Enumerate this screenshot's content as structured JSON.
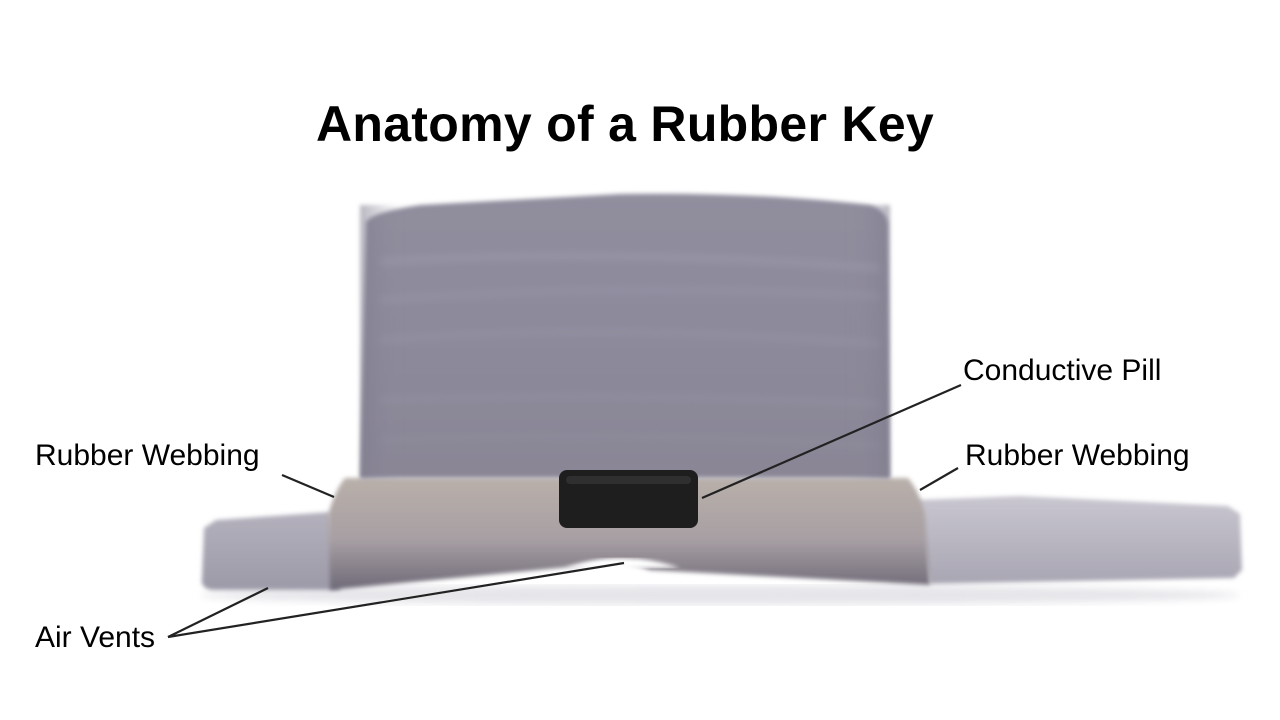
{
  "title": "Anatomy of a Rubber Key",
  "labels": {
    "rubber_webbing_left": "Rubber Webbing",
    "rubber_webbing_right": "Rubber Webbing",
    "conductive_pill": "Conductive Pill",
    "air_vents": "Air Vents"
  },
  "colors": {
    "key_body": "#8f8c9c",
    "key_body_dark": "#7a7688",
    "base": "#a9a6b4",
    "collar": "#b8b0ac",
    "pill": "#1e1e1e",
    "leader_lines": "#222222"
  }
}
